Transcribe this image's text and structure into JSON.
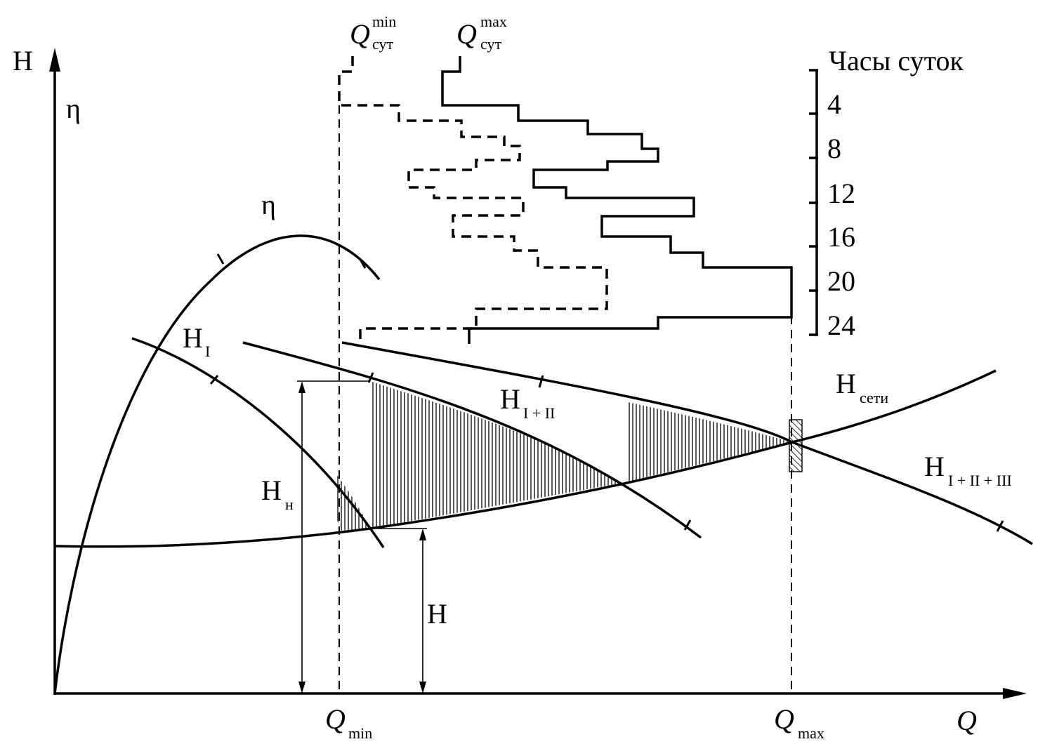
{
  "axes": {
    "y_label": "H",
    "y2_label": "η",
    "x_label": "Q"
  },
  "x_marks": {
    "qmin_main": "Q",
    "qmin_sub": "min",
    "qmax_main": "Q",
    "qmax_sub": "max"
  },
  "top_labels": {
    "qsut_min_main": "Q",
    "qsut_min_sup": "min",
    "qsut_min_sub": "сут",
    "qsut_max_main": "Q",
    "qsut_max_sup": "max",
    "qsut_max_sub": "сут"
  },
  "curve_labels": {
    "eta": "η",
    "h1_main": "H",
    "h1_sub": "I",
    "h12_main": "H",
    "h12_sub": "I + II",
    "h123_main": "H",
    "h123_sub": "I + II + III",
    "hnet_main": "H",
    "hnet_sub": "сети",
    "hn_main": "H",
    "hn_sub": "н",
    "h_dim": "H"
  },
  "hours_scale": {
    "title": "Часы суток",
    "ticks": [
      "4",
      "8",
      "12",
      "16",
      "20",
      "24"
    ]
  },
  "colors": {
    "line": "#000000",
    "background": "#ffffff"
  }
}
